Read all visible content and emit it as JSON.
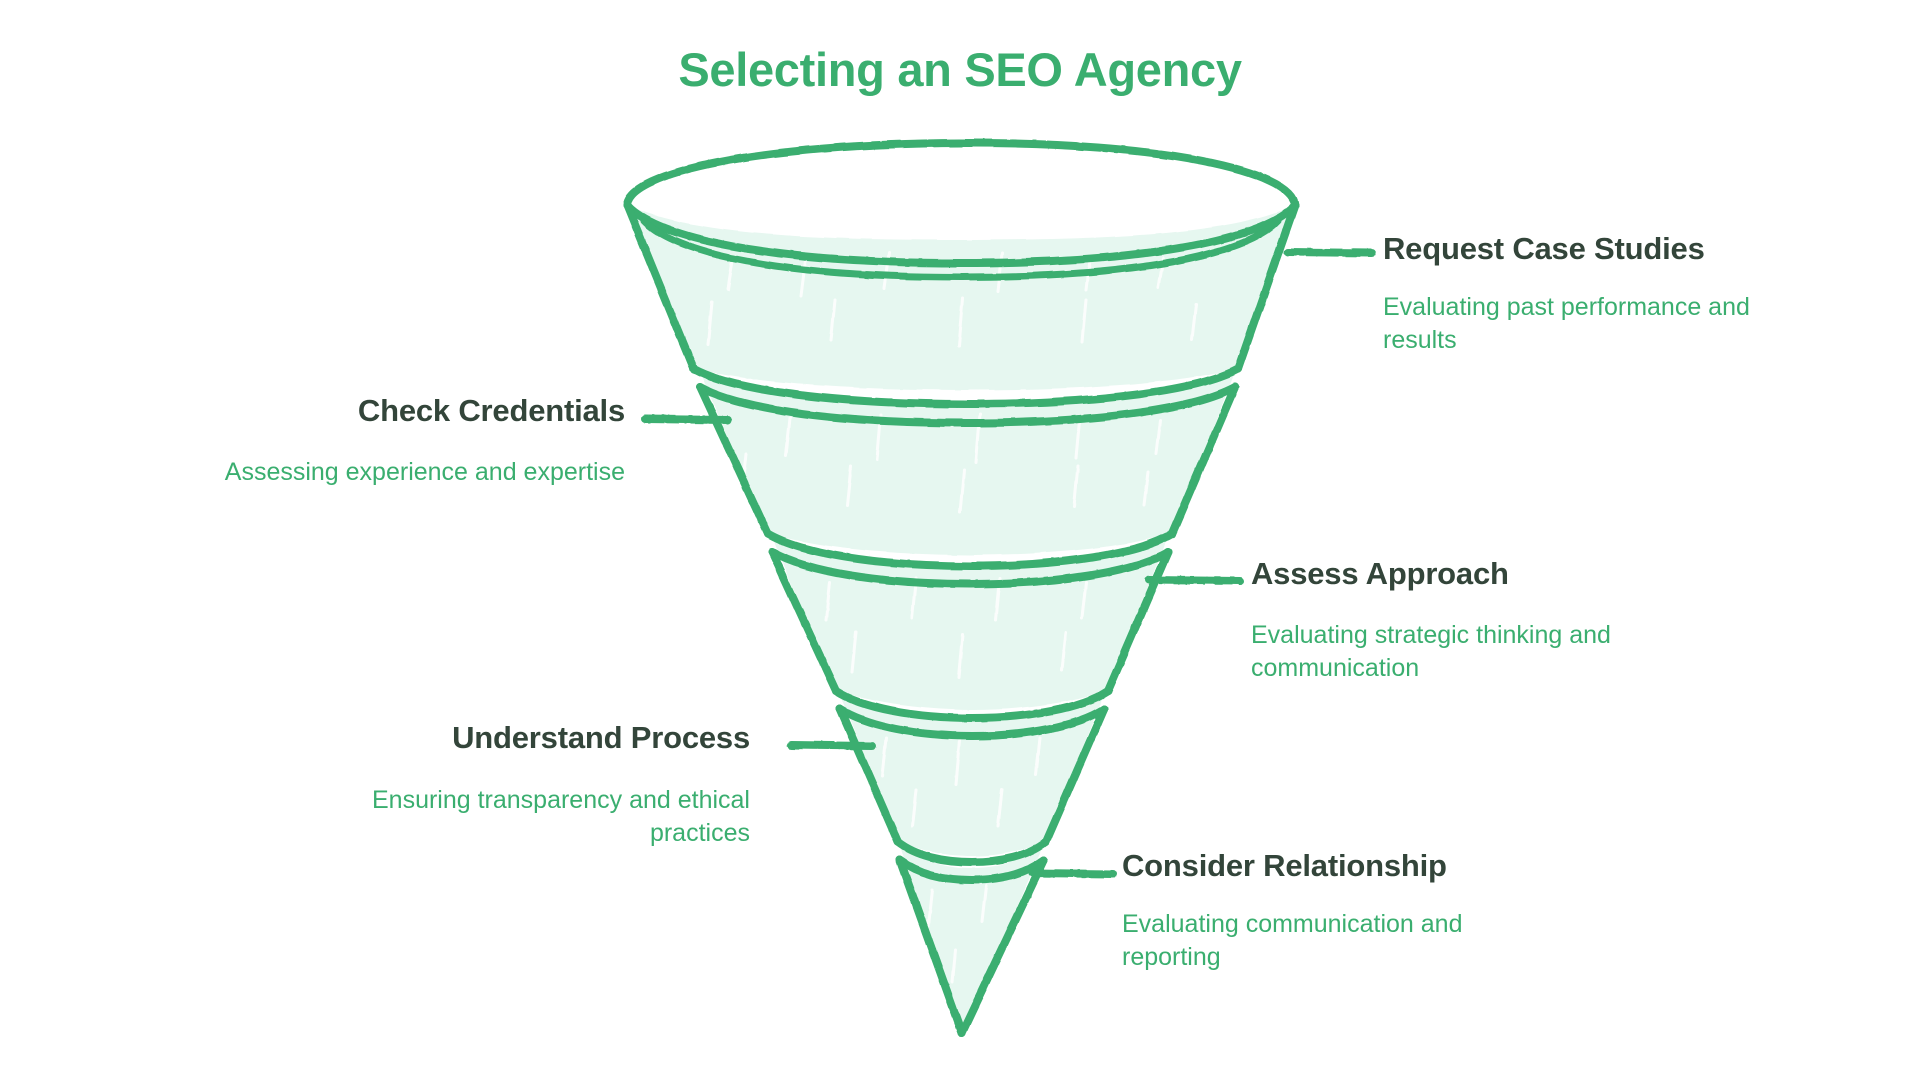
{
  "title": "Selecting an SEO Agency",
  "colors": {
    "accent_green": "#3AAE6F",
    "funnel_fill": "#E6F7F0",
    "heading_dark": "#33453A",
    "background": "#FFFFFF"
  },
  "chart_data": {
    "type": "funnel",
    "title": "Selecting an SEO Agency",
    "stages": [
      {
        "index": 1,
        "heading": "Request Case Studies",
        "description": "Evaluating past performance and results",
        "side": "right"
      },
      {
        "index": 2,
        "heading": "Check Credentials",
        "description": "Assessing experience and expertise",
        "side": "left"
      },
      {
        "index": 3,
        "heading": "Assess Approach",
        "description": "Evaluating strategic thinking and communication",
        "side": "right"
      },
      {
        "index": 4,
        "heading": "Understand Process",
        "description": "Ensuring transparency and ethical practices",
        "side": "left"
      },
      {
        "index": 5,
        "heading": "Consider Relationship",
        "description": "Evaluating communication and reporting",
        "side": "right"
      }
    ]
  },
  "stages": {
    "s1": {
      "heading": "Request Case Studies",
      "description": "Evaluating past performance and results"
    },
    "s2": {
      "heading": "Check Credentials",
      "description": "Assessing experience and expertise"
    },
    "s3": {
      "heading": "Assess Approach",
      "description": "Evaluating strategic thinking and communication"
    },
    "s4": {
      "heading": "Understand Process",
      "description": "Ensuring transparency and ethical practices"
    },
    "s5": {
      "heading": "Consider Relationship",
      "description": "Evaluating communication and reporting"
    }
  }
}
